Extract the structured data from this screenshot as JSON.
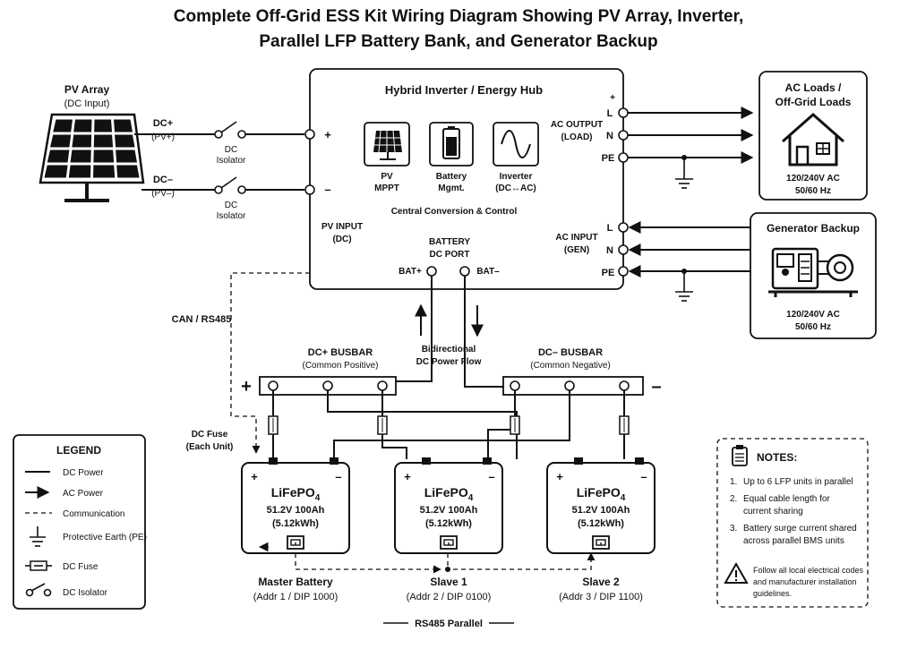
{
  "title": {
    "line1": "Complete Off-Grid ESS Kit Wiring Diagram Showing PV Array, Inverter,",
    "line2": "Parallel LFP Battery Bank, and Generator Backup"
  },
  "pv": {
    "title": "PV Array",
    "subtitle": "(DC Input)",
    "pos_label": "DC+",
    "pos_sub": "(PV+)",
    "neg_label": "DC–",
    "neg_sub": "(PV–)",
    "isolator1": [
      "DC",
      "Isolator"
    ],
    "isolator2": [
      "DC",
      "Isolator"
    ]
  },
  "inverter": {
    "title": "Hybrid Inverter / Energy Hub",
    "plus": "+",
    "minus": "–",
    "modules": [
      {
        "name": "pv-mppt",
        "icon": "solar-panel-icon",
        "line1": "PV",
        "line2": "MPPT"
      },
      {
        "name": "battery-mgmt",
        "icon": "battery-icon",
        "line1": "Battery",
        "line2": "Mgmt."
      },
      {
        "name": "inverter",
        "icon": "sine-wave-icon",
        "line1": "Inverter",
        "line2": "(DC↔AC)"
      }
    ],
    "central": "Central Conversion & Control",
    "pv_input": [
      "PV INPUT",
      "(DC)"
    ],
    "battery_port": [
      "BATTERY",
      "DC PORT"
    ],
    "bat_pos": "BAT+",
    "bat_neg": "BAT–",
    "ac_output": [
      "AC OUTPUT",
      "(LOAD)"
    ],
    "ac_input": [
      "AC INPUT",
      "(GEN)"
    ],
    "out_plus": "+",
    "terms_out": [
      "L",
      "N",
      "PE"
    ],
    "terms_in": [
      "L",
      "N",
      "PE"
    ]
  },
  "loads": {
    "title": [
      "AC Loads /",
      "Off-Grid Loads"
    ],
    "icon": "house-icon",
    "spec": [
      "120/240V AC",
      "50/60 Hz"
    ]
  },
  "generator": {
    "title": "Generator Backup",
    "icon": "generator-icon",
    "spec": [
      "120/240V AC",
      "50/60 Hz"
    ]
  },
  "comm_label": "CAN / RS485",
  "flow_label": [
    "Bidirectional",
    "DC Power Flow"
  ],
  "busbars": {
    "pos": {
      "title": "DC+ BUSBAR",
      "sub": "(Common Positive)",
      "sign": "+"
    },
    "neg": {
      "title": "DC– BUSBAR",
      "sub": "(Common Negative)",
      "sign": "–"
    }
  },
  "fuse_label": [
    "DC Fuse",
    "(Each Unit)"
  ],
  "batteries": [
    {
      "chem_base": "LiFePO",
      "chem_sub": "4",
      "spec": "51.2V 100Ah",
      "energy": "(5.12kWh)",
      "name": "Master Battery",
      "addr": "(Addr 1 / DIP 1000)",
      "plus": "+",
      "minus": "–"
    },
    {
      "chem_base": "LiFePO",
      "chem_sub": "4",
      "spec": "51.2V 100Ah",
      "energy": "(5.12kWh)",
      "name": "Slave 1",
      "addr": "(Addr 2 / DIP 0100)",
      "plus": "+",
      "minus": "–"
    },
    {
      "chem_base": "LiFePO",
      "chem_sub": "4",
      "spec": "51.2V 100Ah",
      "energy": "(5.12kWh)",
      "name": "Slave 2",
      "addr": "(Addr 3 / DIP 1100)",
      "plus": "+",
      "minus": "–"
    }
  ],
  "rs485_label": "RS485 Parallel",
  "legend": {
    "title": "LEGEND",
    "items": [
      {
        "name": "dc-power",
        "icon": "solid-line-icon",
        "label": "DC Power"
      },
      {
        "name": "ac-power",
        "icon": "arrow-line-icon",
        "label": "AC Power"
      },
      {
        "name": "communication",
        "icon": "dashed-line-icon",
        "label": "Communication"
      },
      {
        "name": "protective-earth",
        "icon": "ground-icon",
        "label": "Protective Earth (PE)"
      },
      {
        "name": "dc-fuse",
        "icon": "fuse-icon",
        "label": "DC Fuse"
      },
      {
        "name": "dc-isolator",
        "icon": "switch-icon",
        "label": "DC Isolator"
      }
    ]
  },
  "notes": {
    "title": "NOTES:",
    "icon": "clipboard-icon",
    "items": [
      {
        "num": "1.",
        "lines": [
          "Up to 6 LFP units in parallel"
        ]
      },
      {
        "num": "2.",
        "lines": [
          "Equal cable length for",
          "current sharing"
        ]
      },
      {
        "num": "3.",
        "lines": [
          "Battery surge current shared",
          "across parallel BMS units"
        ]
      }
    ],
    "warning_icon": "warning-icon",
    "warning": [
      "Follow all local electrical codes",
      "and manufacturer installation",
      "guidelines."
    ]
  }
}
